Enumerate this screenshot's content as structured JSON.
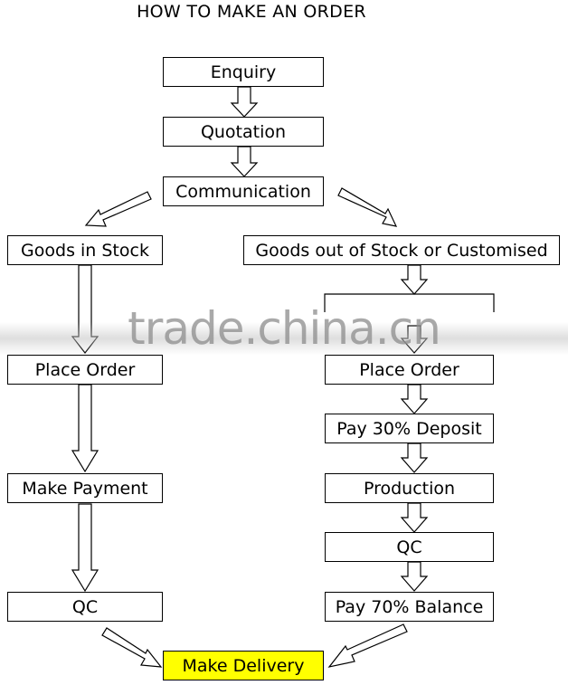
{
  "title": "HOW TO MAKE AN ORDER",
  "nodes": {
    "enquiry": "Enquiry",
    "quotation": "Quotation",
    "communication": "Communication",
    "goods_in_stock": "Goods in Stock",
    "goods_out_of_stock": "Goods out of Stock or Customised",
    "left_place_order": "Place Order",
    "right_place_order": "Place Order",
    "pay_deposit": "Pay 30% Deposit",
    "make_payment": "Make Payment",
    "production": "Production",
    "right_qc": "QC",
    "left_qc": "QC",
    "pay_balance": "Pay 70% Balance",
    "make_delivery": "Make Delivery"
  },
  "colors": {
    "highlight": "#ffff00",
    "line": "#000000"
  },
  "watermark": "trade.china.cn"
}
